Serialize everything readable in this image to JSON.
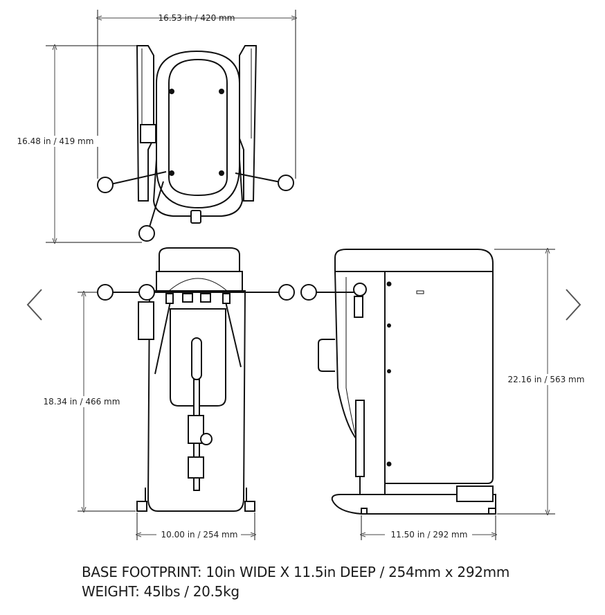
{
  "dimensions": {
    "top_width": "16.53 in / 420 mm",
    "top_depth": "16.48 in / 419 mm",
    "front_height": "18.34 in / 466 mm",
    "front_width": "10.00 in / 254 mm",
    "side_height": "22.16 in / 563 mm",
    "side_depth": "11.50 in / 292 mm"
  },
  "specs": {
    "footprint": "BASE FOOTPRINT:  10in WIDE X 11.5in DEEP / 254mm x 292mm",
    "weight": "WEIGHT: 45lbs / 20.5kg"
  },
  "colors": {
    "line": "#111111",
    "nav": "#555555"
  },
  "icons": {
    "prev": "chevron-left-icon",
    "next": "chevron-right-icon"
  }
}
